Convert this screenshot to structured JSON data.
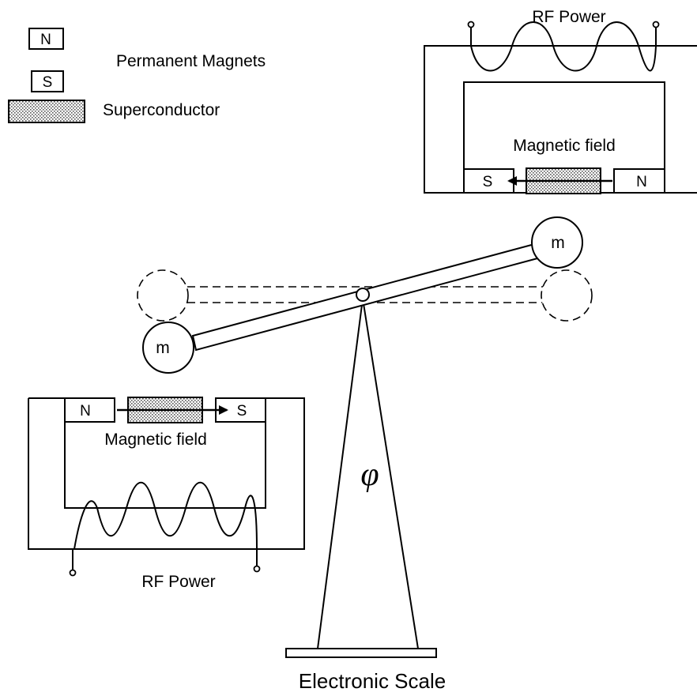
{
  "legend": {
    "north_symbol": "N",
    "south_symbol": "S",
    "magnets_label": "Permanent Magnets",
    "superconductor_label": "Superconductor"
  },
  "top_right_assembly": {
    "power_label": "RF Power",
    "field_label": "Magnetic field",
    "left_magnet": "S",
    "right_magnet": "N"
  },
  "bottom_left_assembly": {
    "power_label": "RF Power",
    "field_label": "Magnetic field",
    "left_magnet": "N",
    "right_magnet": "S"
  },
  "balance": {
    "left_mass": "m",
    "right_mass": "m",
    "angle_symbol": "φ",
    "scale_label": "Electronic Scale"
  },
  "colors": {
    "line": "#000000",
    "background": "#ffffff",
    "superconductor_fill": "#bdbdbd"
  }
}
